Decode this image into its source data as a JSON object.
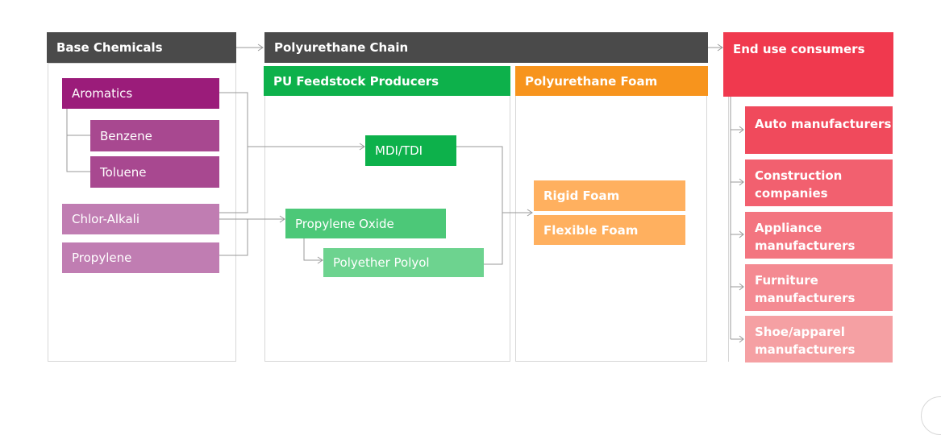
{
  "headers": {
    "base": "Base Chemicals",
    "chain": "Polyurethane Chain",
    "end": "End use consumers",
    "feedstock": "PU Feedstock Producers",
    "foam": "Polyurethane Foam"
  },
  "base_chemicals": {
    "aromatics": "Aromatics",
    "benzene": "Benzene",
    "toluene": "Toluene",
    "chlor_alkali": "Chlor-Alkali",
    "propylene": "Propylene"
  },
  "feedstock": {
    "mdi_tdi": "MDI/TDI",
    "propylene_oxide": "Propylene Oxide",
    "polyether_polyol": "Polyether Polyol"
  },
  "foam": {
    "rigid": "Rigid Foam",
    "flexible": "Flexible Foam"
  },
  "consumers": [
    "Auto manufacturers",
    "Construction companies",
    "Appliance manufacturers",
    "Furniture manufacturers",
    "Shoe/apparel manufacturers"
  ],
  "colors": {
    "header_dark": "#4a4a4a",
    "end_red": "#f0394e",
    "feedstock_green": "#0db14b",
    "foam_orange": "#f7941d",
    "aromatics_purple": "#9b1c7a",
    "base_purple": "#a84890",
    "base_pink": "#c07db2",
    "green_mid": "#4cc878",
    "green_light": "#6dd38f",
    "foam_light": "#ffb05f",
    "consumer_1": "#f04a5c",
    "consumer_2": "#f2606f",
    "consumer_3": "#f37580",
    "consumer_4": "#f48a92",
    "consumer_5": "#f5a0a3"
  }
}
